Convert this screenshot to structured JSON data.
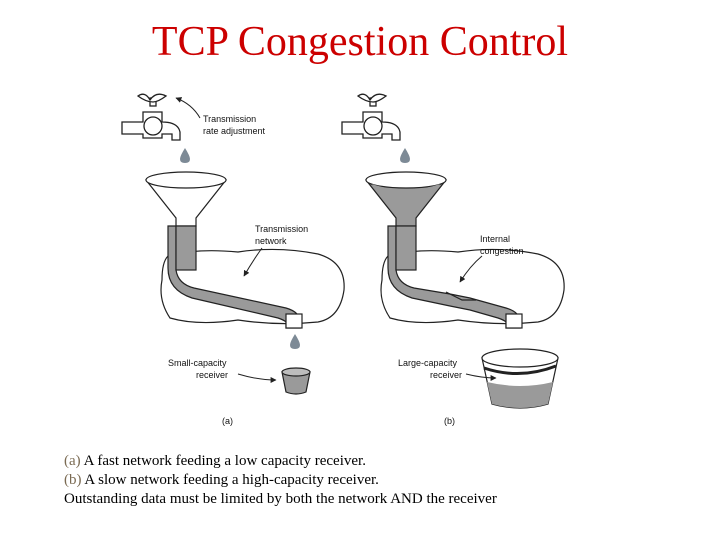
{
  "slide": {
    "title": "TCP Congestion Control"
  },
  "figure": {
    "panel_a": {
      "label": "(a)",
      "callout_tap": [
        "Transmission",
        "rate adjustment"
      ],
      "callout_network": [
        "Transmission",
        "network"
      ],
      "callout_receiver": [
        "Small-capacity",
        "receiver"
      ]
    },
    "panel_b": {
      "label": "(b)",
      "callout_internal": [
        "Internal",
        "congestion"
      ],
      "callout_receiver": [
        "Large-capacity",
        "receiver"
      ]
    },
    "colors": {
      "fluid": "#9a9a9a",
      "outline": "#222222",
      "drop": "#7d8a96"
    }
  },
  "caption": {
    "line_a_mark": "(a)",
    "line_a_text": " A fast network feeding a low capacity receiver.",
    "line_b_mark": "(b)",
    "line_b_text": " A slow network feeding a high-capacity receiver.",
    "line_c_text": "Outstanding data must be limited by both the network AND the receiver"
  }
}
